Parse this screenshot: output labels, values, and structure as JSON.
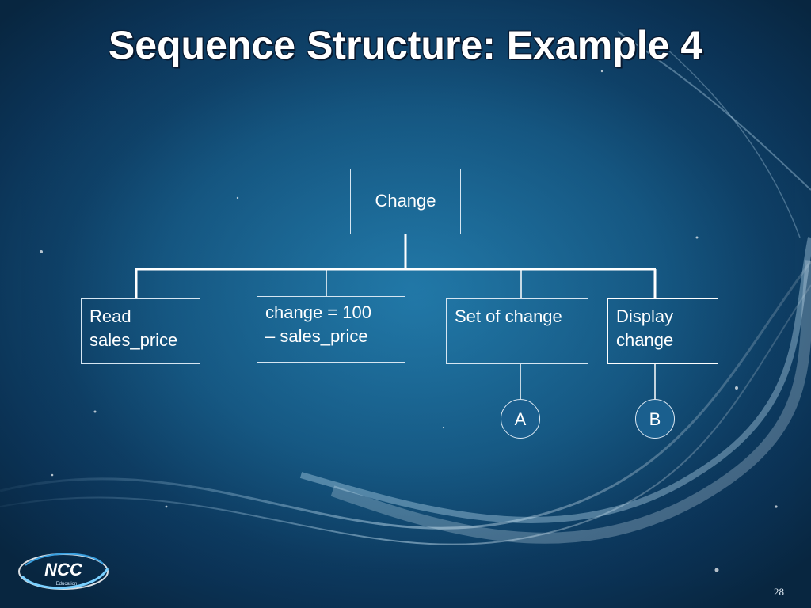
{
  "title": "Sequence Structure: Example 4",
  "diagram": {
    "root": "Change",
    "children": [
      {
        "line1": "Read",
        "line2": "sales_price"
      },
      {
        "line1": "change = 100",
        "line2": "– sales_price"
      },
      {
        "line1": "Set of change",
        "line2": ""
      },
      {
        "line1": "Display",
        "line2": "change"
      }
    ],
    "connectors": [
      "A",
      "B"
    ]
  },
  "logo_text": "NCC",
  "logo_subtext": "Education",
  "page_number": "28",
  "colors": {
    "background_dark": "#0b3356",
    "background_light": "#1e6e9c",
    "line": "#ffffff",
    "text": "#ffffff"
  }
}
